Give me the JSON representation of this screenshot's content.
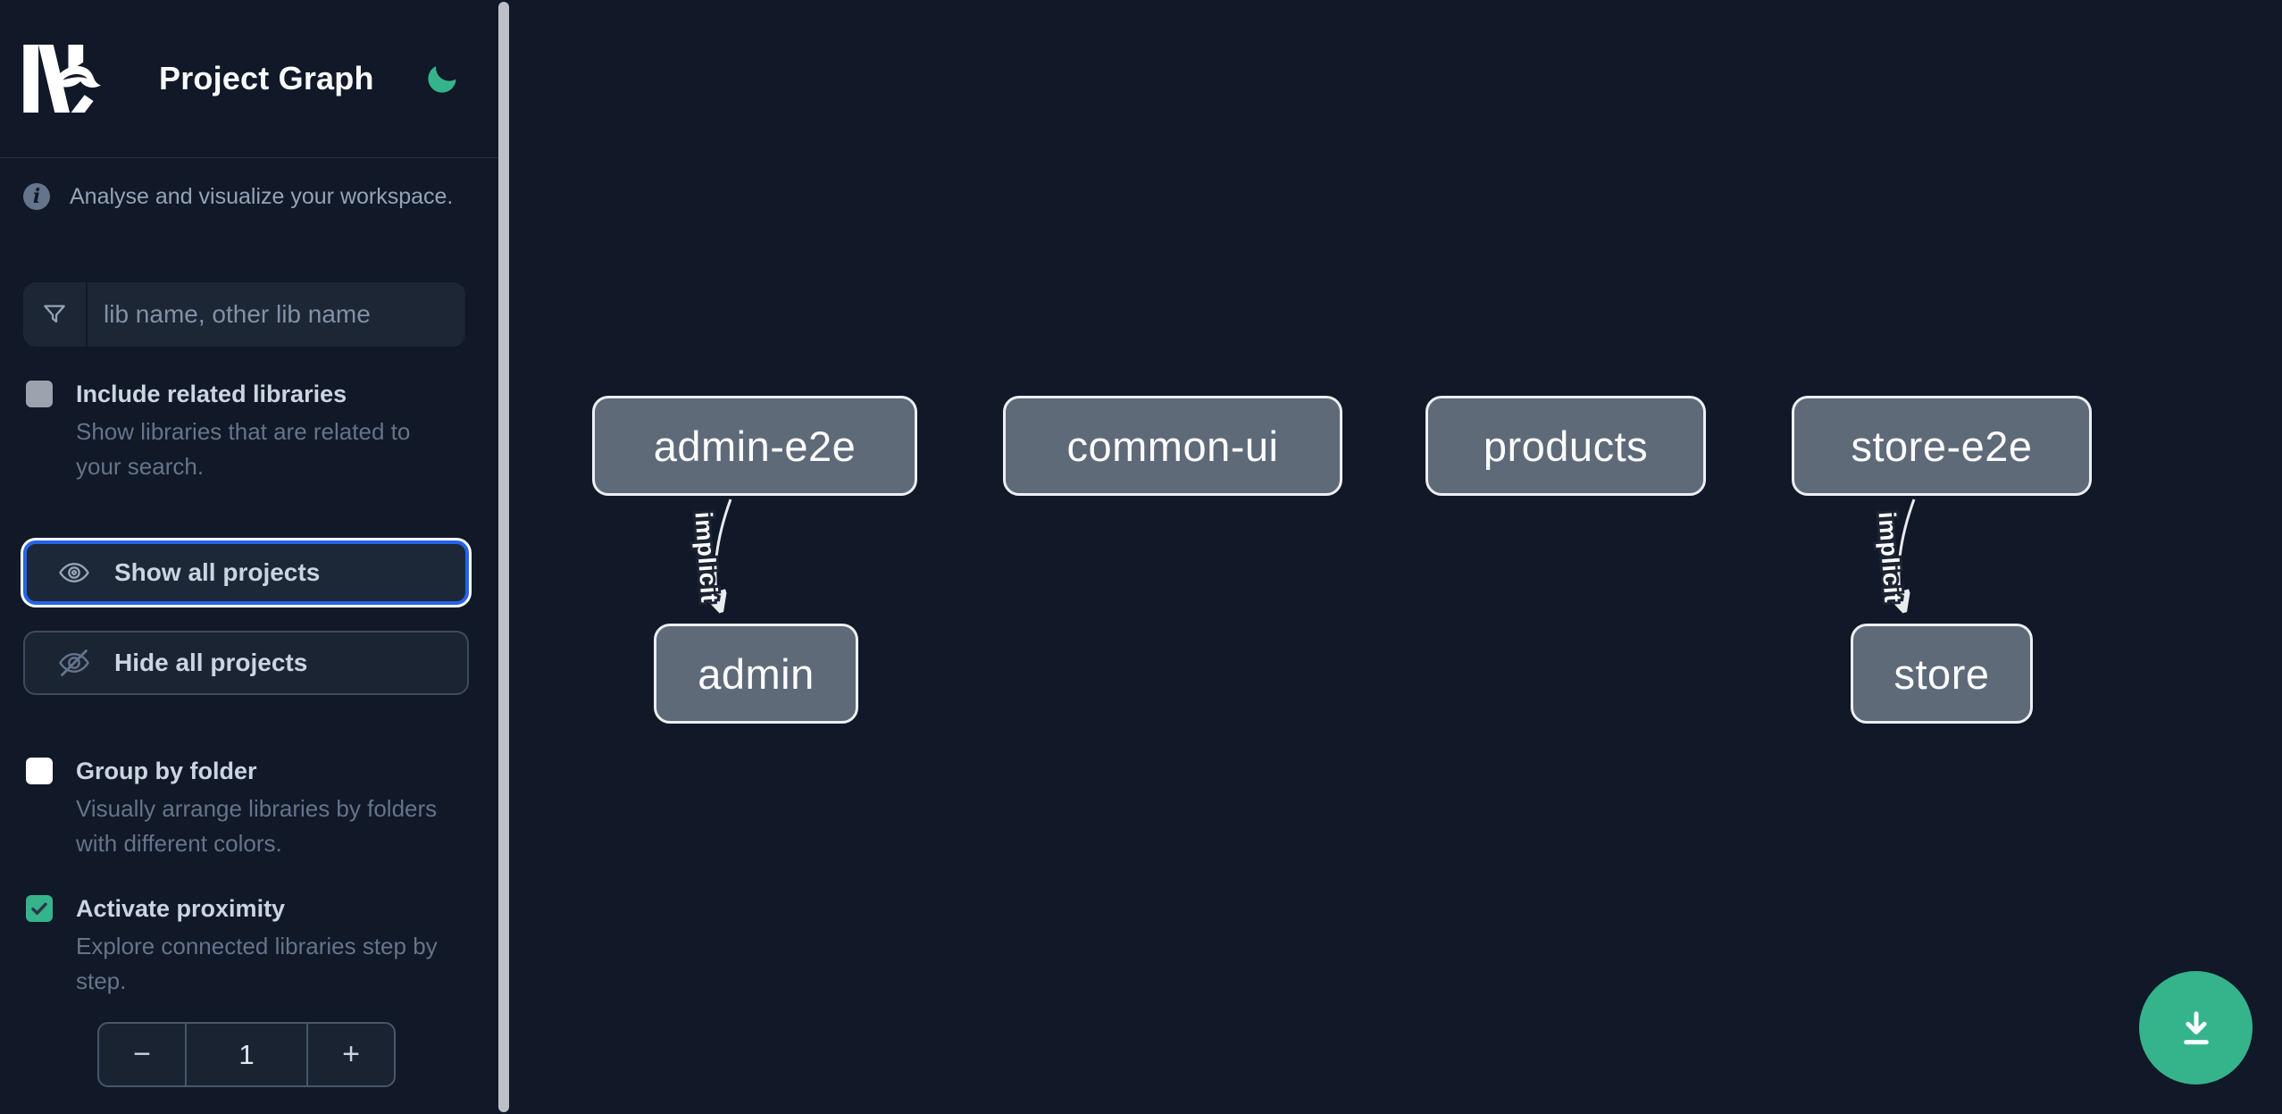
{
  "app": {
    "title": "Project Graph"
  },
  "icons": {
    "info_glyph": "i",
    "logo": "nx-logo",
    "theme": "moon-icon",
    "search": "funnel-icon",
    "show": "eye-icon",
    "hide": "eye-slash-icon",
    "fab": "download-icon"
  },
  "colors": {
    "background": "#111827",
    "accent_green": "#35b48c",
    "focus_blue": "#2563eb",
    "node_fill": "#5f6a79",
    "node_border": "#edeff2",
    "edge": "#e9ebee"
  },
  "sidebar": {
    "tagline": "Analyse and visualize your workspace.",
    "search": {
      "placeholder": "lib name, other lib name",
      "value": ""
    },
    "options": [
      {
        "label": "Include related libraries",
        "description": "Show libraries that are related to your search.",
        "checked": false
      },
      {
        "label": "Group by folder",
        "description": "Visually arrange libraries by folders with different colors.",
        "checked": false
      },
      {
        "label": "Activate proximity",
        "description": "Explore connected libraries step by step.",
        "checked": true
      }
    ],
    "actions": {
      "show_all": "Show all projects",
      "hide_all": "Hide all projects"
    },
    "stepper": {
      "decrement": "−",
      "value": "1",
      "increment": "+"
    }
  },
  "graph": {
    "nodes": [
      {
        "label": "admin-e2e"
      },
      {
        "label": "common-ui"
      },
      {
        "label": "products"
      },
      {
        "label": "store-e2e"
      },
      {
        "label": "admin"
      },
      {
        "label": "store"
      }
    ],
    "edges": [
      {
        "source": "admin-e2e",
        "target": "admin",
        "label": "implicit"
      },
      {
        "source": "store-e2e",
        "target": "store",
        "label": "implicit"
      }
    ]
  }
}
